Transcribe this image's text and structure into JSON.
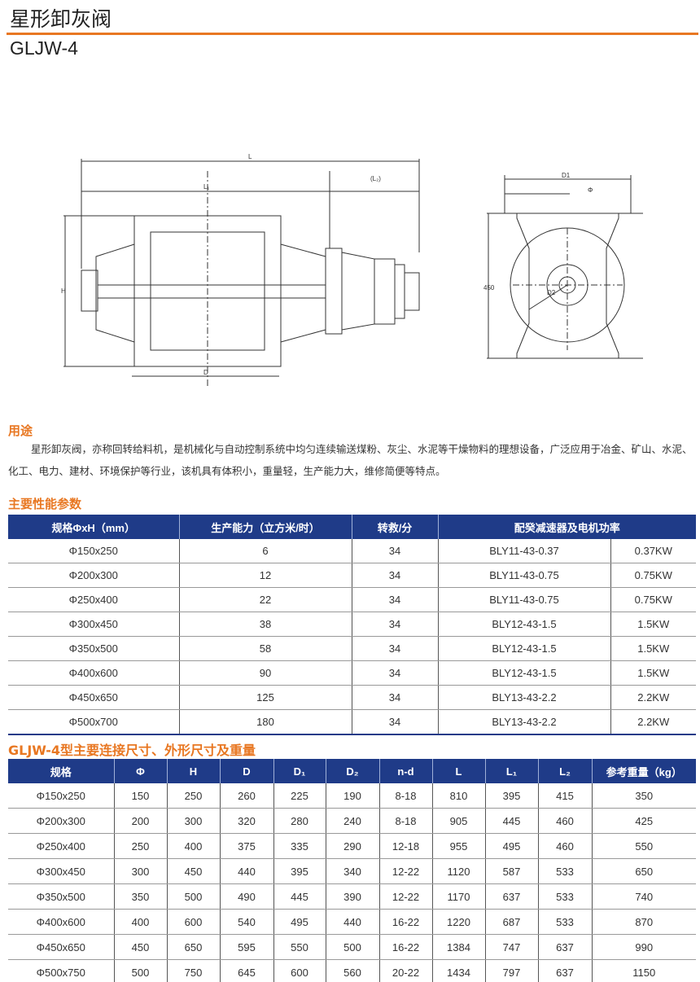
{
  "header": {
    "title": "星形卸灰阀",
    "model": "GLJW-4"
  },
  "drawing": {
    "labels": {
      "L": "L",
      "L1": "L₁",
      "L2": "(L₂)",
      "H": "H",
      "D": "D",
      "D1": "D1",
      "phi": "Φ",
      "h450": "450",
      "D2": "D2"
    }
  },
  "usage": {
    "heading": "用途",
    "text": "星形卸灰阀，亦称回转给料机，是机械化与自动控制系统中均匀连续输送煤粉、灰尘、水泥等干燥物料的理想设备，广泛应用于冶金、矿山、水泥、化工、电力、建材、环境保护等行业，该机具有体积小，重量轻，生产能力大，维修简便等特点。"
  },
  "perf": {
    "heading": "主要性能参数",
    "headers": [
      "规格ΦxH（mm）",
      "生产能力（立方米/时）",
      "转救/分",
      "配癸减速器及电机功率"
    ],
    "rows": [
      [
        "Φ150x250",
        "6",
        "34",
        "BLY11-43-0.37",
        "0.37KW"
      ],
      [
        "Φ200x300",
        "12",
        "34",
        "BLY11-43-0.75",
        "0.75KW"
      ],
      [
        "Φ250x400",
        "22",
        "34",
        "BLY11-43-0.75",
        "0.75KW"
      ],
      [
        "Φ300x450",
        "38",
        "34",
        "BLY12-43-1.5",
        "1.5KW"
      ],
      [
        "Φ350x500",
        "58",
        "34",
        "BLY12-43-1.5",
        "1.5KW"
      ],
      [
        "Φ400x600",
        "90",
        "34",
        "BLY12-43-1.5",
        "1.5KW"
      ],
      [
        "Φ450x650",
        "125",
        "34",
        "BLY13-43-2.2",
        "2.2KW"
      ],
      [
        "Φ500x700",
        "180",
        "34",
        "BLY13-43-2.2",
        "2.2KW"
      ]
    ]
  },
  "dims": {
    "heading": "GLJW-4型主要连接尺寸、外形尺寸及重量",
    "headers": [
      "规格",
      "Φ",
      "H",
      "D",
      "D₁",
      "D₂",
      "n-d",
      "L",
      "L₁",
      "L₂",
      "参考重量（kg）"
    ],
    "rows": [
      [
        "Φ150x250",
        "150",
        "250",
        "260",
        "225",
        "190",
        "8-18",
        "810",
        "395",
        "415",
        "350"
      ],
      [
        "Φ200x300",
        "200",
        "300",
        "320",
        "280",
        "240",
        "8-18",
        "905",
        "445",
        "460",
        "425"
      ],
      [
        "Φ250x400",
        "250",
        "400",
        "375",
        "335",
        "290",
        "12-18",
        "955",
        "495",
        "460",
        "550"
      ],
      [
        "Φ300x450",
        "300",
        "450",
        "440",
        "395",
        "340",
        "12-22",
        "1120",
        "587",
        "533",
        "650"
      ],
      [
        "Φ350x500",
        "350",
        "500",
        "490",
        "445",
        "390",
        "12-22",
        "1170",
        "637",
        "533",
        "740"
      ],
      [
        "Φ400x600",
        "400",
        "600",
        "540",
        "495",
        "440",
        "16-22",
        "1220",
        "687",
        "533",
        "870"
      ],
      [
        "Φ450x650",
        "450",
        "650",
        "595",
        "550",
        "500",
        "16-22",
        "1384",
        "747",
        "637",
        "990"
      ],
      [
        "Φ500x750",
        "500",
        "750",
        "645",
        "600",
        "560",
        "20-22",
        "1434",
        "797",
        "637",
        "1150"
      ]
    ]
  }
}
